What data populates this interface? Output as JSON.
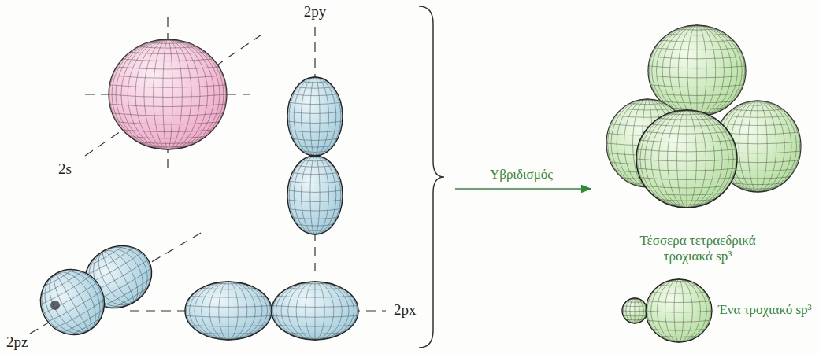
{
  "diagram": {
    "labels": [
      "2py",
      "2s",
      "Υβριδισμός",
      "Τέσσερα τετραεδρικά τροχιακά sp³",
      "Ένα τροχιακό sp³",
      "2pz",
      "2px"
    ]
  }
}
